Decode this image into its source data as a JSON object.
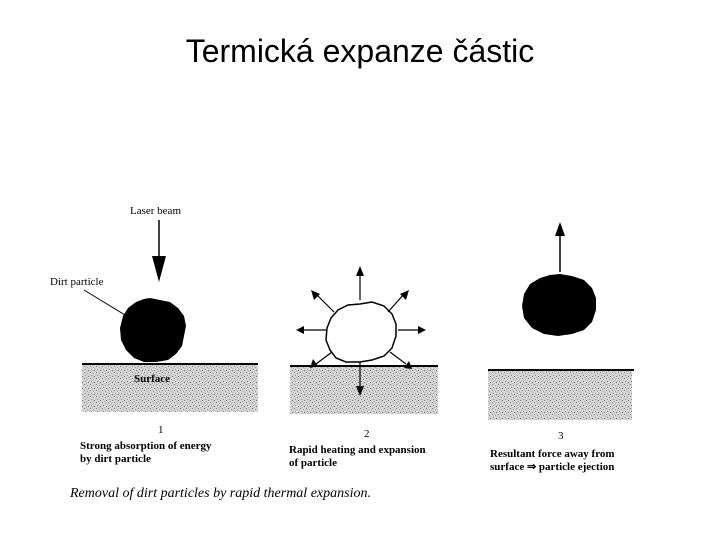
{
  "slide": {
    "title": "Termická expanze částic"
  },
  "figure": {
    "labels": {
      "laser_beam": "Laser beam",
      "dirt_particle": "Dirt particle",
      "surface": "Surface"
    },
    "panels": [
      {
        "number": "1",
        "caption_line1": "Strong absorption of energy",
        "caption_line2": "by dirt particle"
      },
      {
        "number": "2",
        "caption_line1": "Rapid heating and expansion",
        "caption_line2": "of particle"
      },
      {
        "number": "3",
        "caption_line1": "Resultant force away from",
        "caption_line2": "surface ⇒ particle ejection"
      }
    ],
    "caption": "Removal of dirt particles by rapid thermal expansion."
  }
}
